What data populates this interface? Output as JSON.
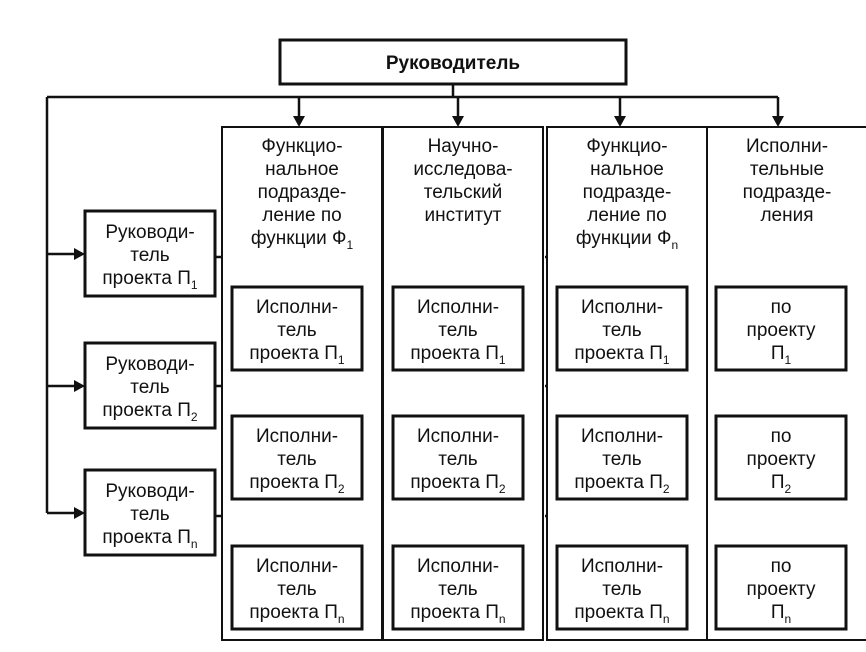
{
  "top": {
    "label": "Руководитель"
  },
  "columns": [
    {
      "lines": [
        "Функцио-",
        "нальное",
        "подразде-",
        "ление по",
        "функции Ф"
      ],
      "sub": "1",
      "cells": [
        {
          "lines": [
            "Исполни-",
            "тель",
            "проекта П"
          ],
          "sub": "1"
        },
        {
          "lines": [
            "Исполни-",
            "тель",
            "проекта П"
          ],
          "sub": "2"
        },
        {
          "lines": [
            "Исполни-",
            "тель",
            "проекта П"
          ],
          "sub": "n"
        }
      ]
    },
    {
      "lines": [
        "Научно-",
        "исследова-",
        "тельский",
        "институт"
      ],
      "sub": "",
      "cells": [
        {
          "lines": [
            "Исполни-",
            "тель",
            "проекта П"
          ],
          "sub": "1"
        },
        {
          "lines": [
            "Исполни-",
            "тель",
            "проекта П"
          ],
          "sub": "2"
        },
        {
          "lines": [
            "Исполни-",
            "тель",
            "проекта П"
          ],
          "sub": "n"
        }
      ]
    },
    {
      "lines": [
        "Функцио-",
        "нальное",
        "подразде-",
        "ление по",
        "функции Ф"
      ],
      "sub": "n",
      "cells": [
        {
          "lines": [
            "Исполни-",
            "тель",
            "проекта П"
          ],
          "sub": "1"
        },
        {
          "lines": [
            "Исполни-",
            "тель",
            "проекта П"
          ],
          "sub": "2"
        },
        {
          "lines": [
            "Исполни-",
            "тель",
            "проекта П"
          ],
          "sub": "n"
        }
      ]
    },
    {
      "lines": [
        "Исполни-",
        "тельные",
        "подразде-",
        "ления"
      ],
      "sub": "",
      "cells": [
        {
          "lines": [
            "по",
            "проекту",
            "П"
          ],
          "sub": "1"
        },
        {
          "lines": [
            "по",
            "проекту",
            "П"
          ],
          "sub": "2"
        },
        {
          "lines": [
            "по",
            "проекту",
            "П"
          ],
          "sub": "n"
        }
      ]
    }
  ],
  "managers": [
    {
      "lines": [
        "Руководи-",
        "тель",
        "проекта П"
      ],
      "sub": "1"
    },
    {
      "lines": [
        "Руководи-",
        "тель",
        "проекта П"
      ],
      "sub": "2"
    },
    {
      "lines": [
        "Руководи-",
        "тель",
        "проекта П"
      ],
      "sub": "n"
    }
  ]
}
